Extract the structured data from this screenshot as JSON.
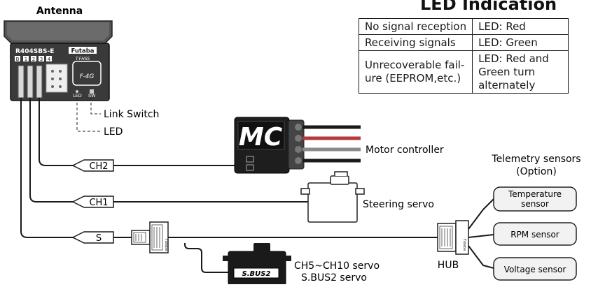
{
  "receiver": {
    "antenna_label": "Antenna",
    "model": "R404SBS-E",
    "brand": "Futaba",
    "brand_sub": "T-FHSS",
    "protocol_badge": "F-4G",
    "port_labels": [
      "B",
      "1",
      "2",
      "3",
      "4"
    ],
    "led_tag": "LED",
    "sw_tag": "SW"
  },
  "callouts": {
    "link_switch": "Link Switch",
    "led": "LED"
  },
  "led_indication": {
    "heading": "LED Indication",
    "rows": [
      {
        "state": "No signal reception",
        "led": "LED: Red"
      },
      {
        "state": "Receiving signals",
        "led": "LED: Green"
      },
      {
        "state": "Unrecoverable fail-\nure (EEPROM,etc.)",
        "led": "LED: Red and\nGreen turn\nalternately"
      }
    ]
  },
  "channels": {
    "ch2": "CH2",
    "ch1": "CH1",
    "s": "S"
  },
  "devices": {
    "motor_controller_badge": "MC",
    "motor_controller": "Motor controller",
    "steering_servo": "Steering servo",
    "sbus_servo_line1": "CH5~CH10 servo",
    "sbus_servo_line2": "S.BUS2 servo",
    "sbus_logo": "S.BUS2",
    "hub": "HUB",
    "adapter_brand": "Futaba"
  },
  "telemetry": {
    "title_line1": "Telemetry sensors",
    "title_line2": "(Option)",
    "sensors": [
      {
        "line1": "Temperature",
        "line2": "sensor"
      },
      {
        "line1": "RPM sensor",
        "line2": ""
      },
      {
        "line1": "Voltage sensor",
        "line2": ""
      }
    ]
  },
  "colors": {
    "receiver_body": "#3a3a3a",
    "antenna_block": "#555555",
    "wire": "#1a1a1a",
    "sensor_box": "#f2f2f2",
    "cable_red": "#b33a3a",
    "cable_gray": "#8a8a8a"
  }
}
